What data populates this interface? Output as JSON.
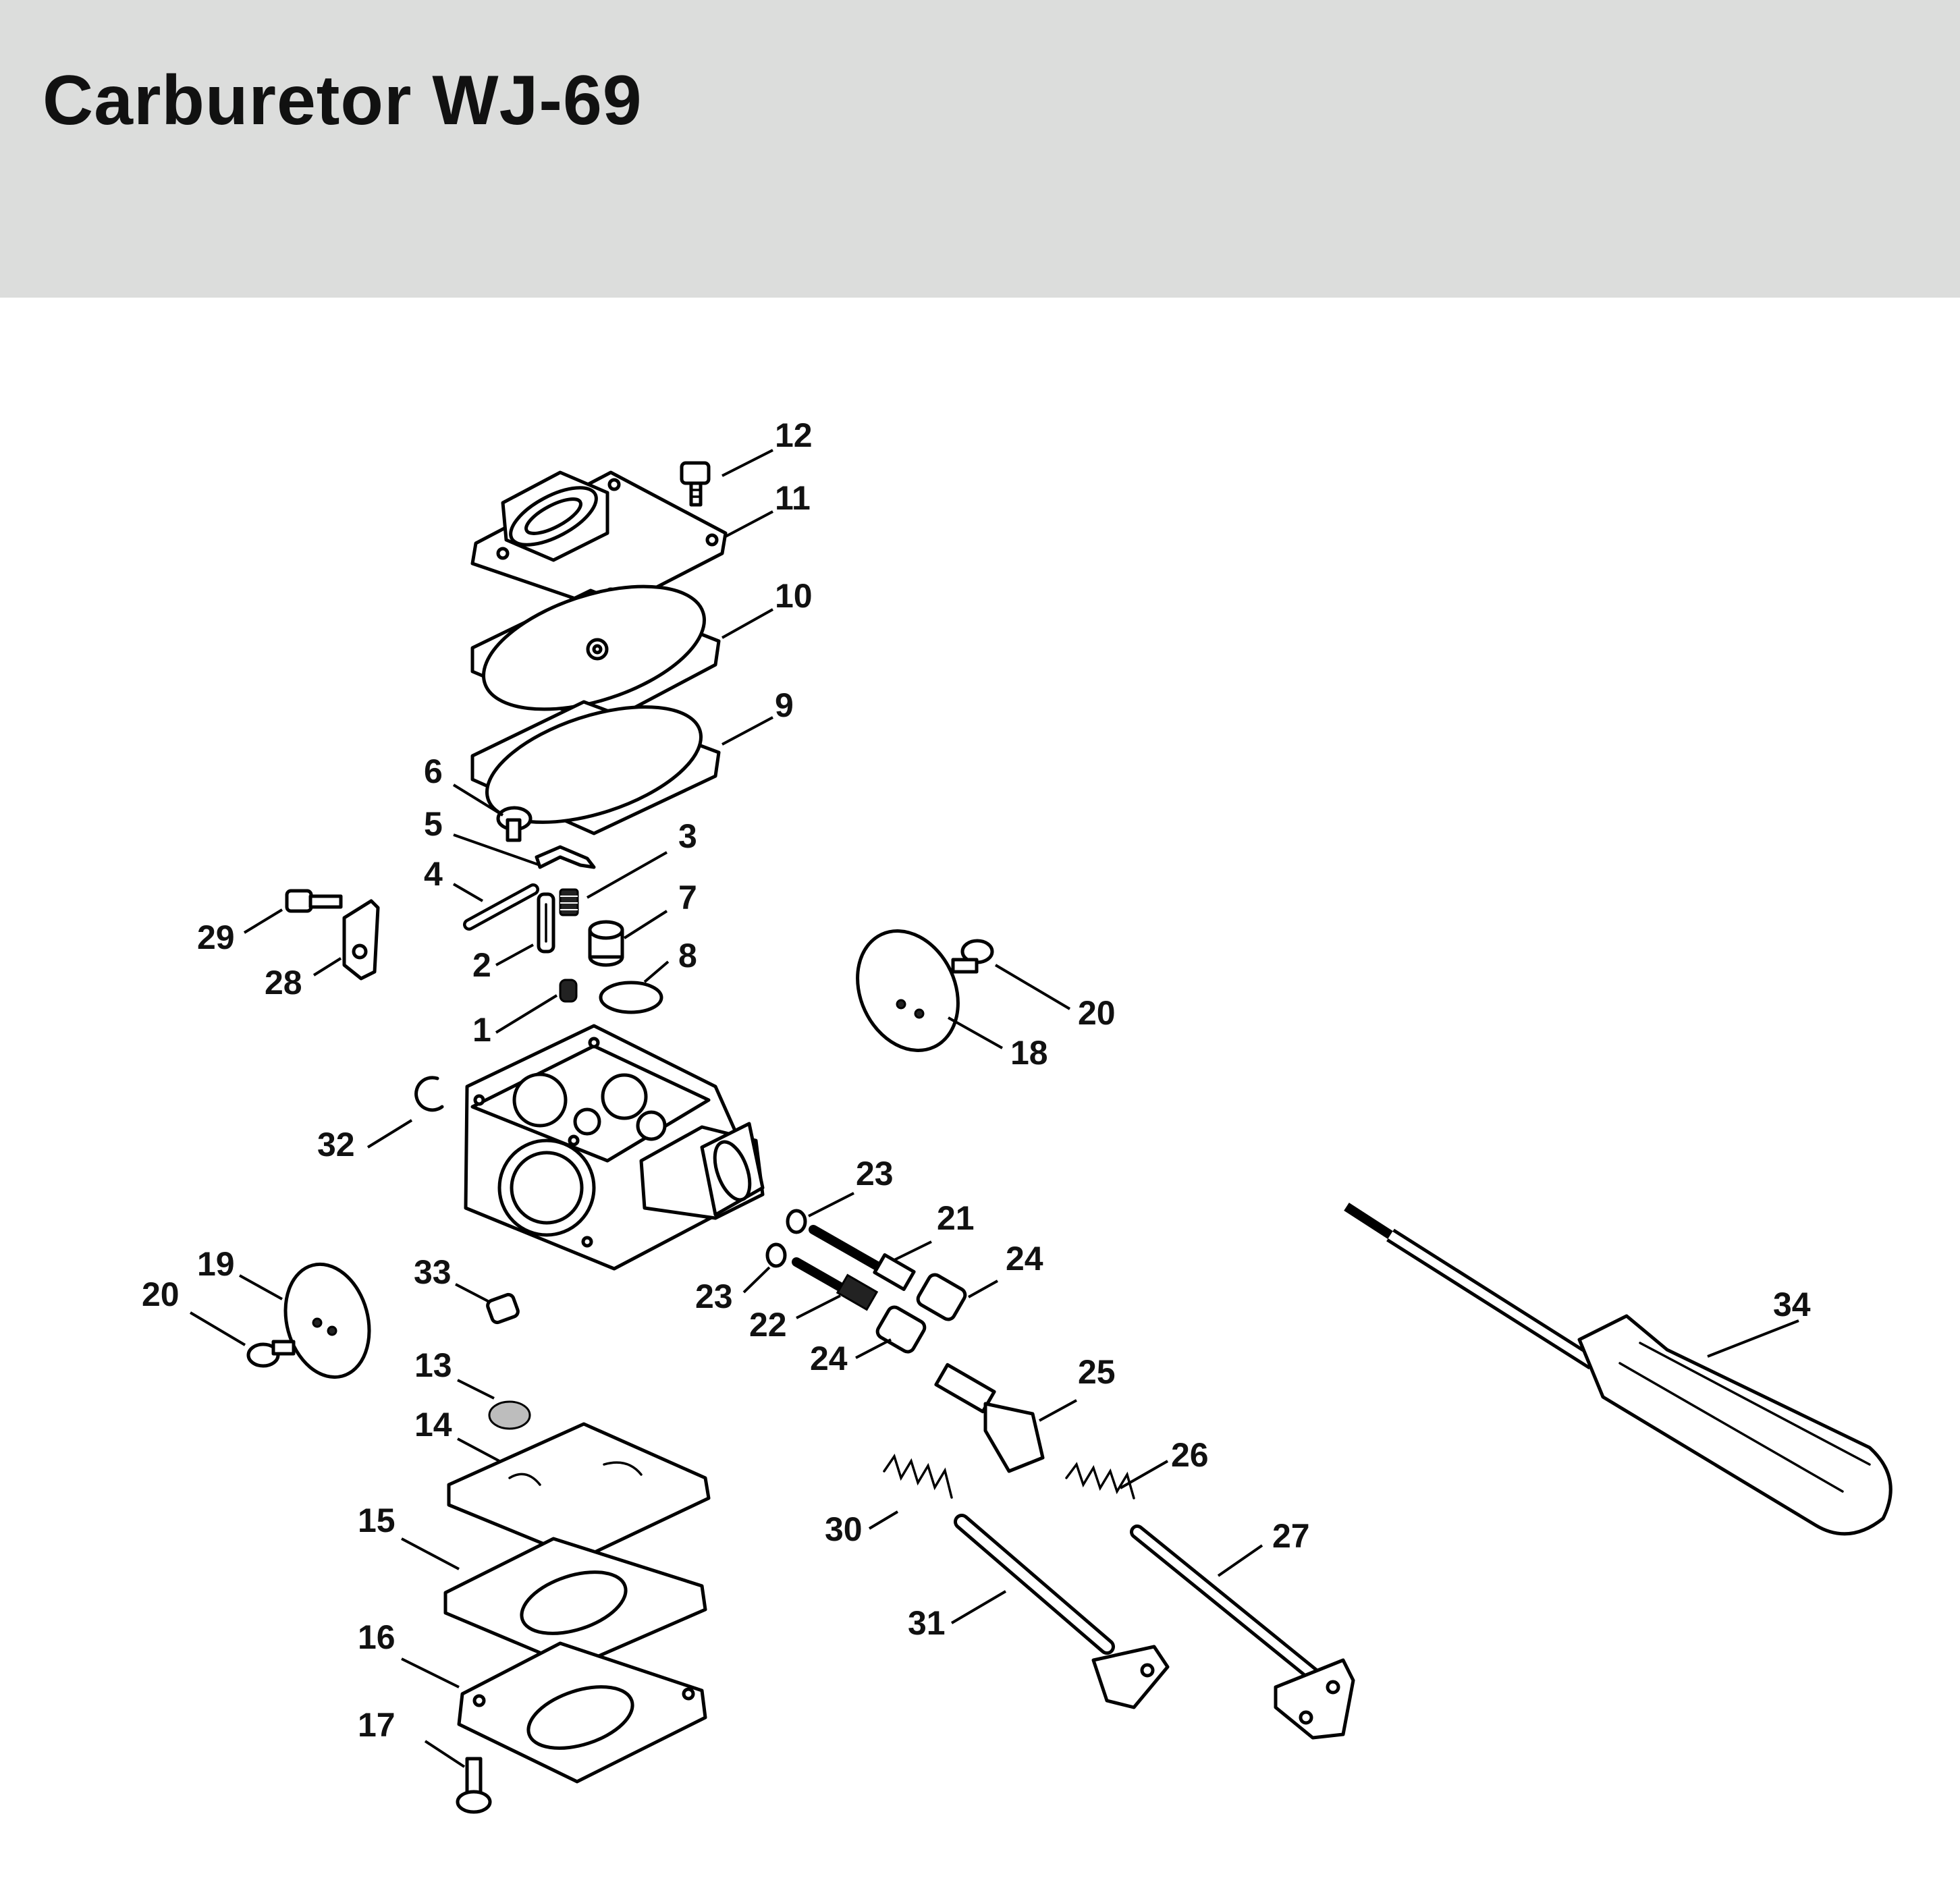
{
  "header": {
    "title": "Carburetor WJ-69",
    "background": "#dcdddc"
  },
  "diagram": {
    "callouts": [
      {
        "id": "c12",
        "label": "12"
      },
      {
        "id": "c11",
        "label": "11"
      },
      {
        "id": "c10",
        "label": "10"
      },
      {
        "id": "c9",
        "label": "9"
      },
      {
        "id": "c6",
        "label": "6"
      },
      {
        "id": "c5",
        "label": "5"
      },
      {
        "id": "c3",
        "label": "3"
      },
      {
        "id": "c4",
        "label": "4"
      },
      {
        "id": "c7",
        "label": "7"
      },
      {
        "id": "c29",
        "label": "29"
      },
      {
        "id": "c2",
        "label": "2"
      },
      {
        "id": "c8",
        "label": "8"
      },
      {
        "id": "c28",
        "label": "28"
      },
      {
        "id": "c1",
        "label": "1"
      },
      {
        "id": "c20a",
        "label": "20"
      },
      {
        "id": "c18",
        "label": "18"
      },
      {
        "id": "c32",
        "label": "32"
      },
      {
        "id": "c23a",
        "label": "23"
      },
      {
        "id": "c21",
        "label": "21"
      },
      {
        "id": "c24a",
        "label": "24"
      },
      {
        "id": "c34",
        "label": "34"
      },
      {
        "id": "c19",
        "label": "19"
      },
      {
        "id": "c33",
        "label": "33"
      },
      {
        "id": "c20b",
        "label": "20"
      },
      {
        "id": "c23b",
        "label": "23"
      },
      {
        "id": "c22",
        "label": "22"
      },
      {
        "id": "c24b",
        "label": "24"
      },
      {
        "id": "c13",
        "label": "13"
      },
      {
        "id": "c25",
        "label": "25"
      },
      {
        "id": "c14",
        "label": "14"
      },
      {
        "id": "c26",
        "label": "26"
      },
      {
        "id": "c30",
        "label": "30"
      },
      {
        "id": "c15",
        "label": "15"
      },
      {
        "id": "c27",
        "label": "27"
      },
      {
        "id": "c31",
        "label": "31"
      },
      {
        "id": "c16",
        "label": "16"
      },
      {
        "id": "c17",
        "label": "17"
      }
    ]
  }
}
